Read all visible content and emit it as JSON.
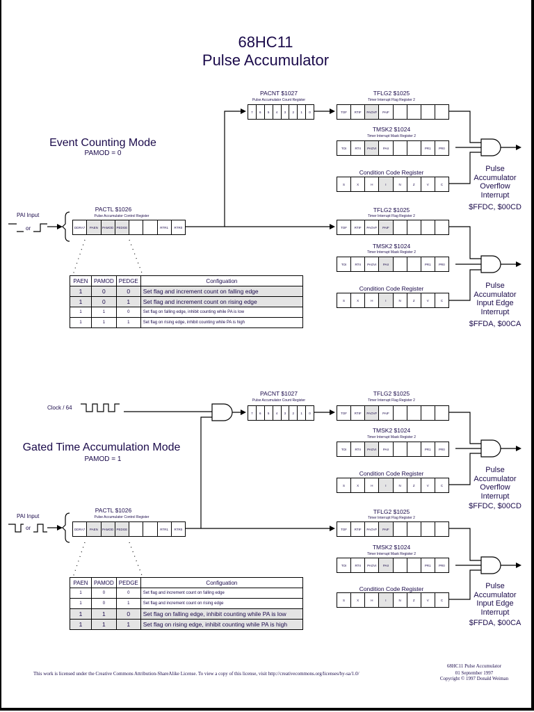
{
  "title": {
    "line1": "68HC11",
    "line2": "Pulse Accumulator"
  },
  "registers": {
    "pacnt": {
      "name": "PACNT  $1027",
      "desc": "Pulse Accumulator Count Register",
      "bits": [
        "7",
        "6",
        "5",
        "4",
        "3",
        "2",
        "1",
        "0"
      ]
    },
    "pactl": {
      "name": "PACTL  $1026",
      "desc": "Pulse Accumulator Control Register",
      "bits": [
        "DDRA7",
        "PAEN",
        "PAMOD",
        "PEDGE",
        "",
        "",
        "RTR1",
        "RTR0"
      ]
    },
    "tflg2_a": {
      "name": "TFLG2  $1025",
      "desc": "Timer Interrupt Flag Register 2",
      "bits": [
        "TOF",
        "RTIF",
        "PAOVF",
        "PAIF",
        "",
        "",
        "",
        ""
      ]
    },
    "tmsk2": {
      "name": "TMSK2  $1024",
      "desc": "Timer Interrupt Mask Register 2",
      "bits": [
        "TOI",
        "RTII",
        "PAOVI",
        "PAII",
        "",
        "",
        "PR1",
        "PR0"
      ]
    },
    "ccr": {
      "name": "Condition Code Register",
      "bits": [
        "S",
        "X",
        "H",
        "I",
        "N",
        "Z",
        "V",
        "C"
      ]
    }
  },
  "sections": [
    {
      "mode_title": "Event Counting Mode",
      "mode_sub": "PAMOD  = 0",
      "input_label": "PAI Input",
      "or_label": "or",
      "interrupts": [
        {
          "lines": [
            "Pulse",
            "Accumulator",
            "Overflow",
            "Interrupt"
          ],
          "vector": "$FFDC,  $00CD"
        },
        {
          "lines": [
            "Pulse",
            "Accumulator",
            "Input Edge",
            "Interrupt"
          ],
          "vector": "$FFDA,  $00CA"
        }
      ],
      "table": {
        "headers": [
          "PAEN",
          "PAMOD",
          "PEDGE",
          "Configuation"
        ],
        "rows": [
          [
            "1",
            "0",
            "0",
            "Set flag and increment count on falling edge"
          ],
          [
            "1",
            "0",
            "1",
            "Set flag and increment count on rising edge"
          ],
          [
            "1",
            "1",
            "0",
            "Set flag on falling edge, inhibit counting while PA is low"
          ],
          [
            "1",
            "1",
            "1",
            "Set flag on rising edge, inhibit counting while PA is high"
          ]
        ]
      }
    },
    {
      "mode_title": "Gated Time Accumulation Mode",
      "mode_sub": "PAMOD = 1",
      "input_label": "PAI Input",
      "or_label": "or",
      "clock_label": "Clock / 64",
      "interrupts": [
        {
          "lines": [
            "Pulse",
            "Accumulator",
            "Overflow",
            "Interrupt"
          ],
          "vector": "$FFDC,  $00CD"
        },
        {
          "lines": [
            "Pulse",
            "Accumulator",
            "Input Edge",
            "Interrupt"
          ],
          "vector": "$FFDA,  $00CA"
        }
      ],
      "table": {
        "headers": [
          "PAEN",
          "PAMOD",
          "PEDGE",
          "Configuation"
        ],
        "rows": [
          [
            "1",
            "0",
            "0",
            "Set flag and increment count on falling edge"
          ],
          [
            "1",
            "0",
            "1",
            "Set flag and increment count on rising edge"
          ],
          [
            "1",
            "1",
            "0",
            "Set flag on falling edge, inhibit counting while PA is low"
          ],
          [
            "1",
            "1",
            "1",
            "Set flag on rising edge, inhibit counting while PA is high"
          ]
        ]
      }
    }
  ],
  "footer": {
    "license": "This work is licensed under the Creative Commons Attribution-ShareAlike License.  To view a copy of this license, visit  http://creativecommons.org/licenses/by-sa/1.0/",
    "doc_title": "68HC11 Pulse Accumulator",
    "date": "01 September 1997",
    "copyright": "Copyright © 1997 Donald Weiman"
  }
}
